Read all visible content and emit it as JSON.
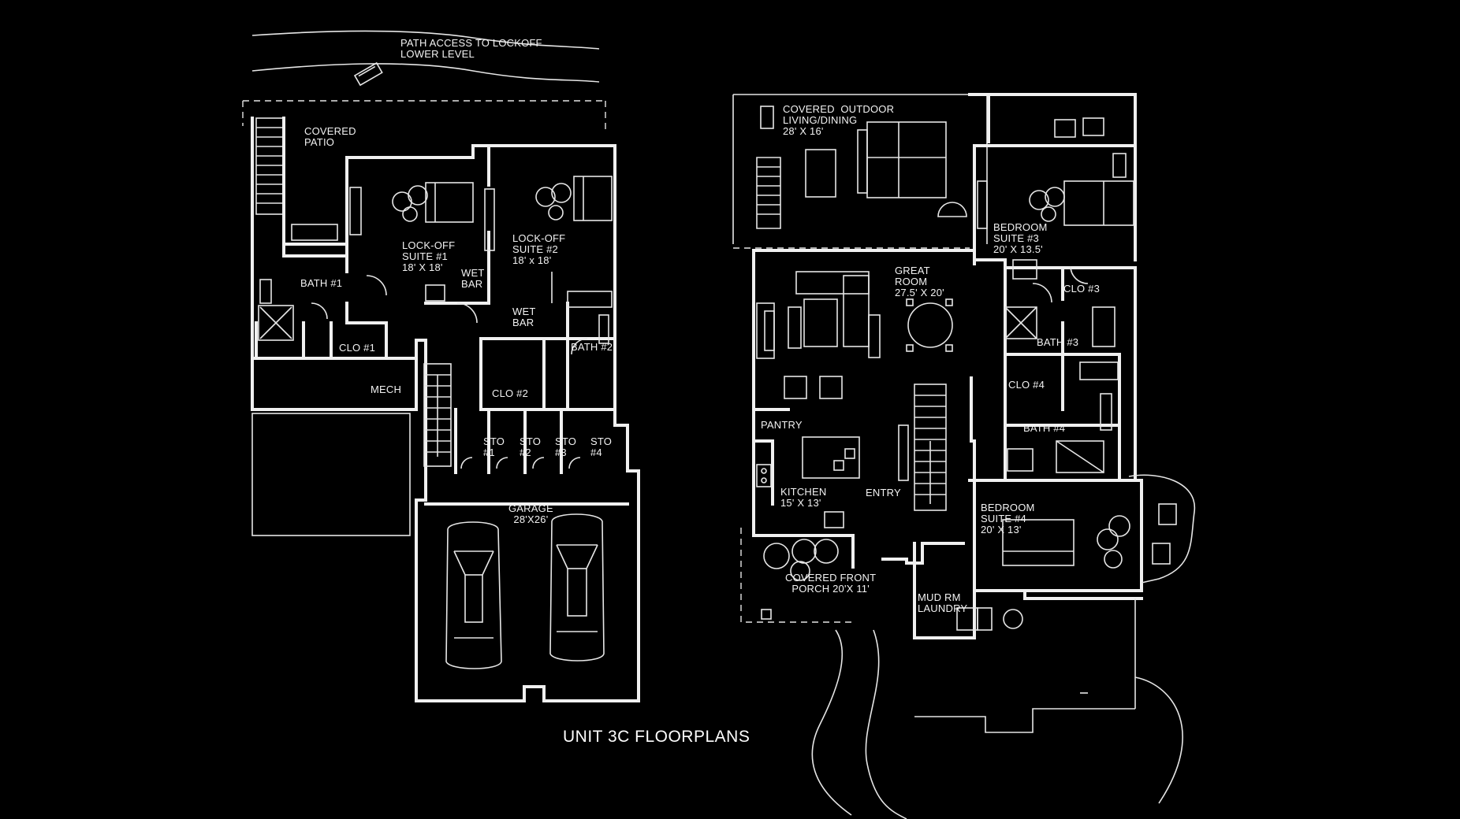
{
  "caption": "UNIT 3C FLOORPLANS",
  "lower_level": {
    "path_note": "PATH ACCESS TO LOCKOFF\nLOWER LEVEL",
    "covered_patio": "COVERED\nPATIO",
    "lockoff_suite_1": "LOCK-OFF\nSUITE #1\n18' X 18'",
    "lockoff_suite_2": "LOCK-OFF\nSUITE #2\n18' x 18'",
    "wet_bar_1": "WET\nBAR",
    "wet_bar_2": "WET\nBAR",
    "bath_1": "BATH #1",
    "bath_2": "BATH #2",
    "clo_1": "CLO #1",
    "clo_2": "CLO #2",
    "mech": "MECH",
    "sto_1": "STO\n#1",
    "sto_2": "STO\n#2",
    "sto_3": "STO\n#3",
    "sto_4": "STO\n#4",
    "garage": "GARAGE\n28'X26'"
  },
  "main_level": {
    "covered_outdoor": "COVERED  OUTDOOR\nLIVING/DINING\n28' X 16'",
    "great_room": "GREAT\nROOM\n27.5' X 20'",
    "bedroom_suite_3": "BEDROOM\nSUITE #3\n20' X 13.5'",
    "clo_3": "CLO #3",
    "bath_3": "BATH #3",
    "clo_4": "CLO #4",
    "bath_4": "BATH #4",
    "pantry": "PANTRY",
    "kitchen": "KITCHEN\n15' X 13'",
    "entry": "ENTRY",
    "bedroom_suite_4": "BEDROOM\nSUITE #4\n20' X 13'",
    "covered_front_porch": "COVERED FRONT\nPORCH 20'X 11'",
    "mud_rm_laundry": "MUD RM\nLAUNDRY"
  }
}
